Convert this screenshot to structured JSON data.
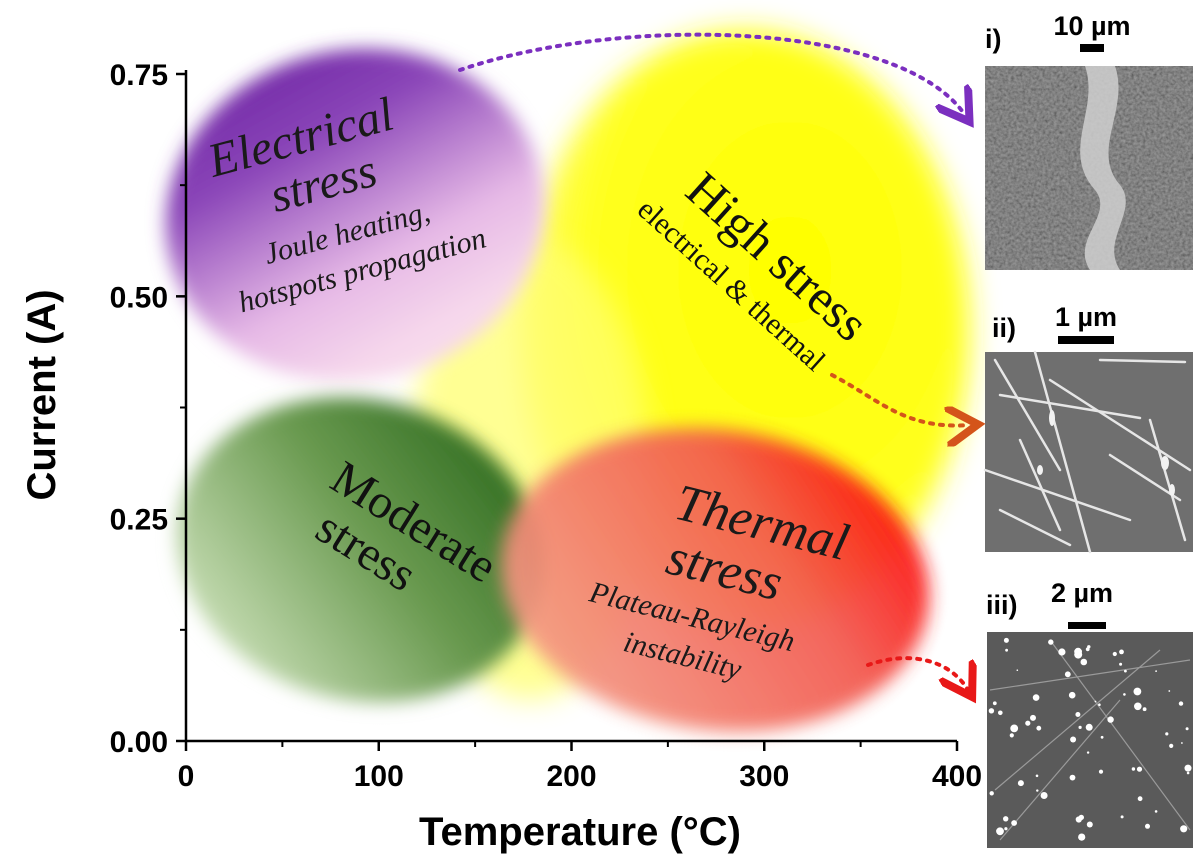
{
  "chart_data": {
    "type": "scatter",
    "title": "",
    "xlabel": "Temperature (°C)",
    "ylabel": "Current (A)",
    "xlim": [
      0,
      400
    ],
    "ylim": [
      0,
      0.75
    ],
    "x_ticks": [
      "0",
      "100",
      "200",
      "300",
      "400"
    ],
    "y_ticks": [
      "0.00",
      "0.25",
      "0.50",
      "0.75"
    ],
    "grid": false,
    "regions": [
      {
        "key": "electrical",
        "color": "#6a1fa0",
        "center_x": 95,
        "center_y": 0.55,
        "title_lines": [
          "Electrical",
          "stress"
        ],
        "subtitle_lines": [
          "Joule heating,",
          "hotspots propagation"
        ]
      },
      {
        "key": "high",
        "color": "#ffff00",
        "center_x": 255,
        "center_y": 0.48,
        "title_lines": [
          "High stress"
        ],
        "subtitle_lines": [
          "electrical & thermal"
        ]
      },
      {
        "key": "moderate",
        "color": "#2e6b1e",
        "center_x": 100,
        "center_y": 0.2,
        "title_lines": [
          "Moderate",
          "stress"
        ],
        "subtitle_lines": []
      },
      {
        "key": "thermal",
        "color": "#ff1010",
        "center_x": 300,
        "center_y": 0.15,
        "title_lines": [
          "Thermal",
          "stress"
        ],
        "subtitle_lines": [
          "Plateau-Rayleigh",
          "instability"
        ]
      }
    ],
    "insets": [
      {
        "label": "i)",
        "scalebar": "10 µm",
        "arrow_color": "#7b2fbf"
      },
      {
        "label": "ii)",
        "scalebar": "1 µm",
        "arrow_color": "#d4541a"
      },
      {
        "label": "iii)",
        "scalebar": "2 µm",
        "arrow_color": "#e81818"
      }
    ]
  }
}
